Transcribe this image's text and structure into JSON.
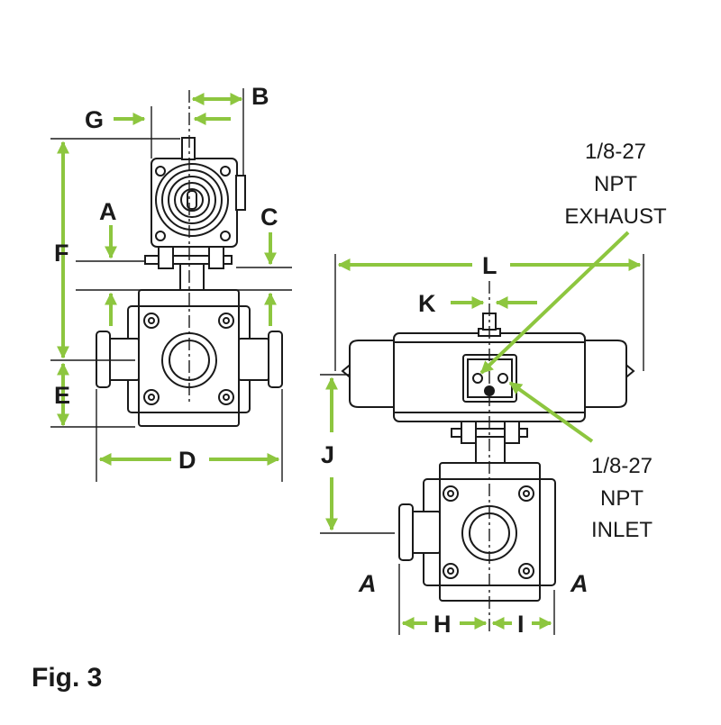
{
  "diagram": {
    "caption": "Fig. 3",
    "colors": {
      "dimension": "#8dc63f",
      "outline": "#1a1a1a",
      "background": "#ffffff"
    },
    "left_view": {
      "dims": {
        "G": "G",
        "B": "B",
        "A": "A",
        "C": "C",
        "F": "F",
        "E": "E",
        "D": "D"
      }
    },
    "right_view": {
      "dims": {
        "L": "L",
        "K": "K",
        "J": "J",
        "H": "H",
        "I": "I",
        "A_left": "A",
        "A_right": "A"
      },
      "exhaust_note": {
        "line1": "1/8-27",
        "line2": "NPT",
        "line3": "EXHAUST"
      },
      "inlet_note": {
        "line1": "1/8-27",
        "line2": "NPT",
        "line3": "INLET"
      }
    }
  }
}
